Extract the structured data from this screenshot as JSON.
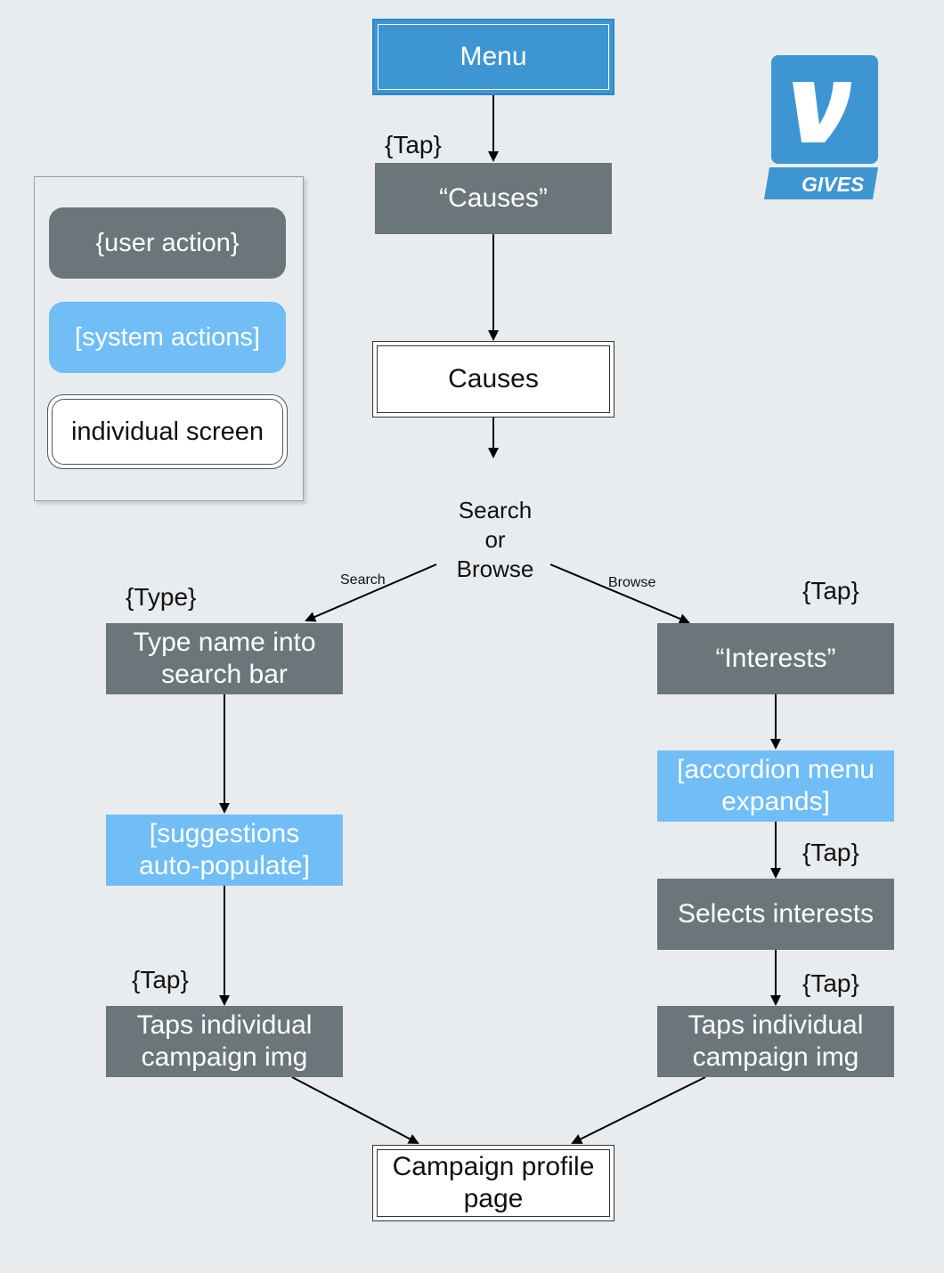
{
  "legend": {
    "user_action": "{user action}",
    "system_actions": "[system actions]",
    "individual_screen": "individual screen"
  },
  "logo": {
    "text": "GIVES",
    "colors": {
      "primary": "#3d96d2"
    }
  },
  "flow": {
    "menu": "Menu",
    "tap_1": "{Tap}",
    "causes_action": "“Causes”",
    "causes_screen": "Causes",
    "decision": "Search\nor\nBrowse",
    "edge_search": "Search",
    "edge_browse": "Browse",
    "search": {
      "trigger": "{Type}",
      "step_1": "Type name into\nsearch bar",
      "step_2": "[suggestions\nauto-populate]",
      "trigger_2": "{Tap}",
      "step_3": "Taps individual\ncampaign img"
    },
    "browse": {
      "trigger": "{Tap}",
      "step_1": "“Interests”",
      "step_2": "[accordion menu\nexpands]",
      "trigger_2": "{Tap}",
      "step_3": "Selects interests",
      "trigger_3": "{Tap}",
      "step_4": "Taps individual\ncampaign img"
    },
    "end_screen": "Campaign profile\npage"
  },
  "colors": {
    "user_action": "#6b767b",
    "system_action": "#70bef5",
    "menu": "#3d96d2",
    "background": "#e9ecef"
  }
}
